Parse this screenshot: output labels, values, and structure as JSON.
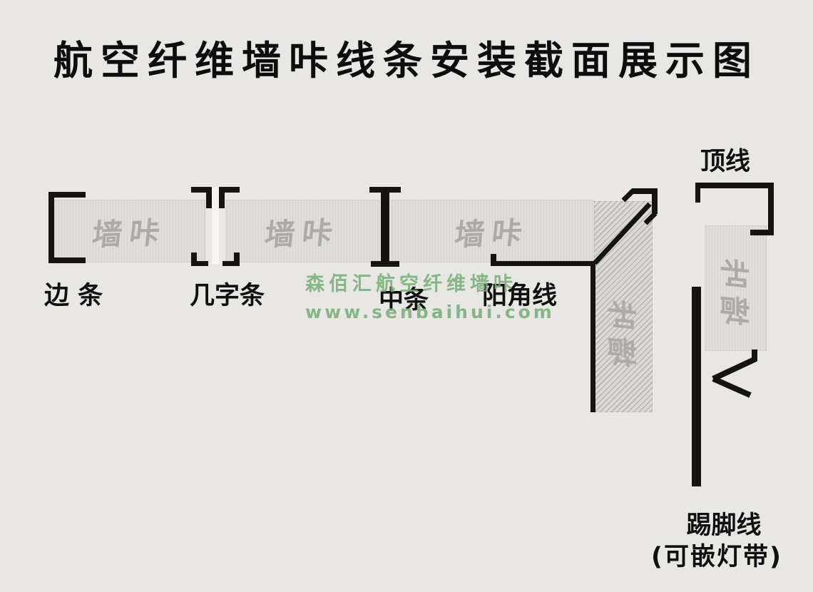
{
  "title": "航空纤维墙咔线条安装截面展示图",
  "brand_watermark": {
    "line1": "森佰汇航空纤维墙咔",
    "line2": "www.senbaihui.com"
  },
  "panel": {
    "watermark": "墙咔"
  },
  "labels": {
    "edge_strip": "边 条",
    "ji_strip": "几字条",
    "middle_strip": "中条",
    "outside_corner": "阳角线",
    "crown_line": "顶线",
    "skirting_line": "踢脚线",
    "skirting_note": "(可嵌灯带)"
  },
  "colors": {
    "background": "#e9e7e4",
    "panel_fill": "#dbd9d5",
    "panel_watermark_text": "#adaba7",
    "profile_black": "#151413",
    "label_text": "#101010",
    "brand_green": "#76ae76"
  }
}
